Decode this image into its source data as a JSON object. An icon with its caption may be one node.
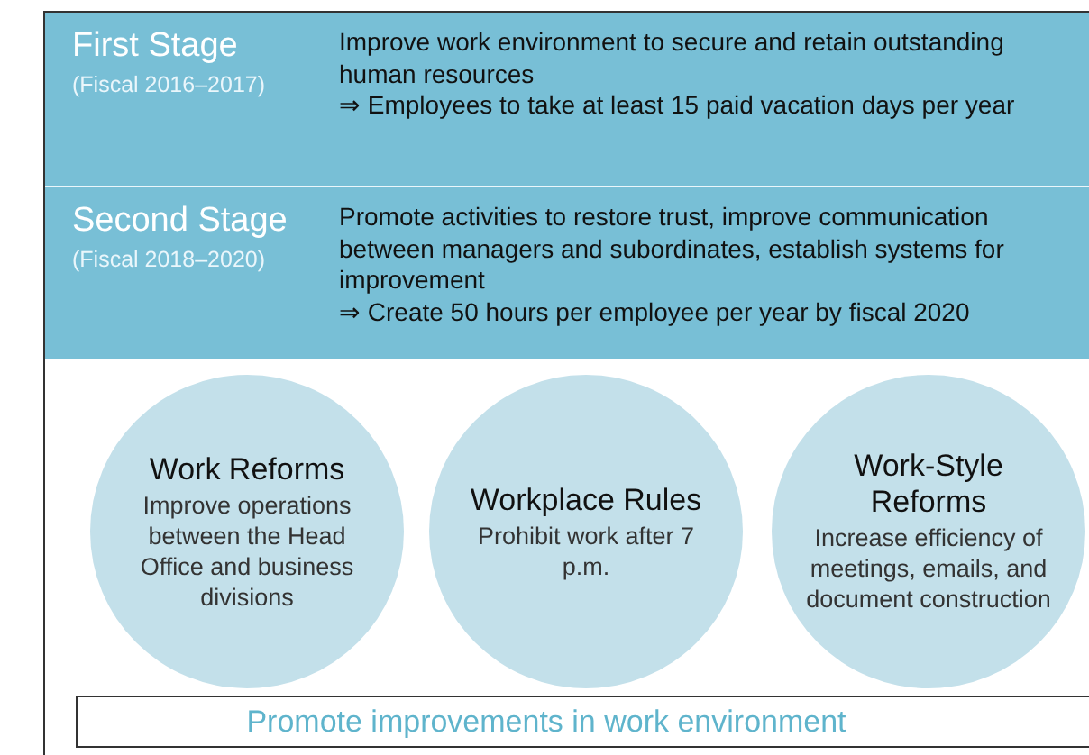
{
  "diagram": {
    "nodes": [
      {
        "text": [
          "First Stage",
          "(Fiscal 2016–2017)",
          "Improve work environment to secure and retain outstanding human resources",
          "⇒ Employees to take at least 15 paid vacation days per year"
        ]
      },
      {
        "text": [
          "Second Stage",
          "(Fiscal 2018–2020)",
          "Promote activities to restore trust, improve communication between managers and subordinates, establish systems for improvement",
          "⇒ Create 50 hours per employee per year by fiscal 2020"
        ]
      },
      {
        "text": [
          "Work Reforms",
          "Improve operations between the Head Office and business divisions"
        ]
      },
      {
        "text": [
          "Workplace Rules",
          "Prohibit work after 7 p.m."
        ]
      },
      {
        "text": [
          "Work-Style Reforms",
          "Increase efficiency of meetings, emails, and document construction"
        ]
      },
      {
        "text": [
          "Promote improvements in work environment"
        ]
      }
    ]
  }
}
